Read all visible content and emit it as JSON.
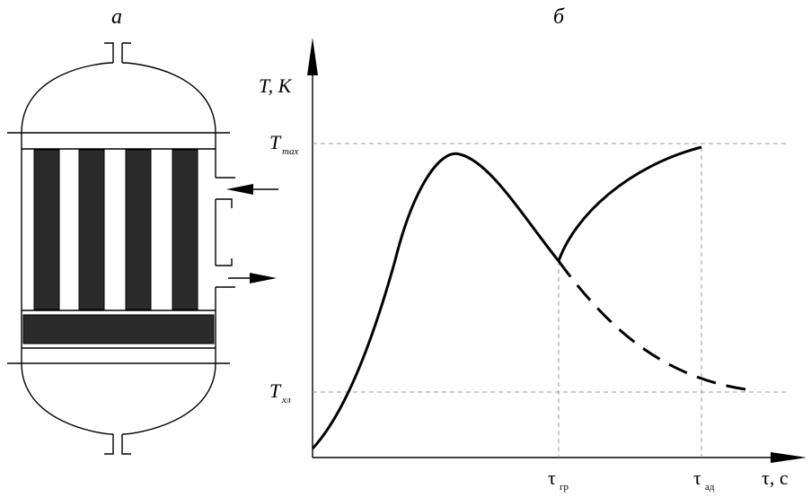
{
  "panels": {
    "a": {
      "label": "а"
    },
    "b": {
      "label": "б"
    }
  },
  "axes": {
    "y_label": "T, К",
    "x_label": "τ, с",
    "y_ticks": [
      {
        "main": "T",
        "sub": "max"
      },
      {
        "main": "T",
        "sub": "хл"
      }
    ],
    "x_ticks": [
      {
        "main": "τ",
        "sub": "гр"
      },
      {
        "main": "τ",
        "sub": "ад"
      }
    ]
  },
  "chart_data": {
    "type": "line",
    "title": "",
    "xlabel": "τ, с",
    "ylabel": "T, К",
    "grid": false,
    "legend": "none",
    "series": [
      {
        "style": "solid",
        "x": [
          0.0,
          0.1,
          0.2,
          0.28,
          0.33,
          0.38,
          0.45,
          0.5,
          0.55,
          0.6
        ],
        "y": [
          0.0,
          0.18,
          0.45,
          0.8,
          0.93,
          0.97,
          0.85,
          0.72,
          0.63,
          0.57
        ]
      },
      {
        "style": "solid",
        "x": [
          0.6,
          0.62,
          0.66,
          0.72,
          0.8,
          0.9,
          1.0
        ],
        "y": [
          0.57,
          0.62,
          0.7,
          0.78,
          0.86,
          0.93,
          1.0
        ]
      },
      {
        "style": "dashed",
        "x": [
          0.6,
          0.68,
          0.78,
          0.88,
          0.98,
          1.06,
          1.13
        ],
        "y": [
          0.57,
          0.45,
          0.33,
          0.22,
          0.14,
          0.1,
          0.08
        ]
      }
    ],
    "reference_lines": {
      "horizontal": [
        "T_max",
        "T_хл"
      ],
      "vertical": [
        "τ_гр",
        "τ_ад"
      ]
    }
  }
}
